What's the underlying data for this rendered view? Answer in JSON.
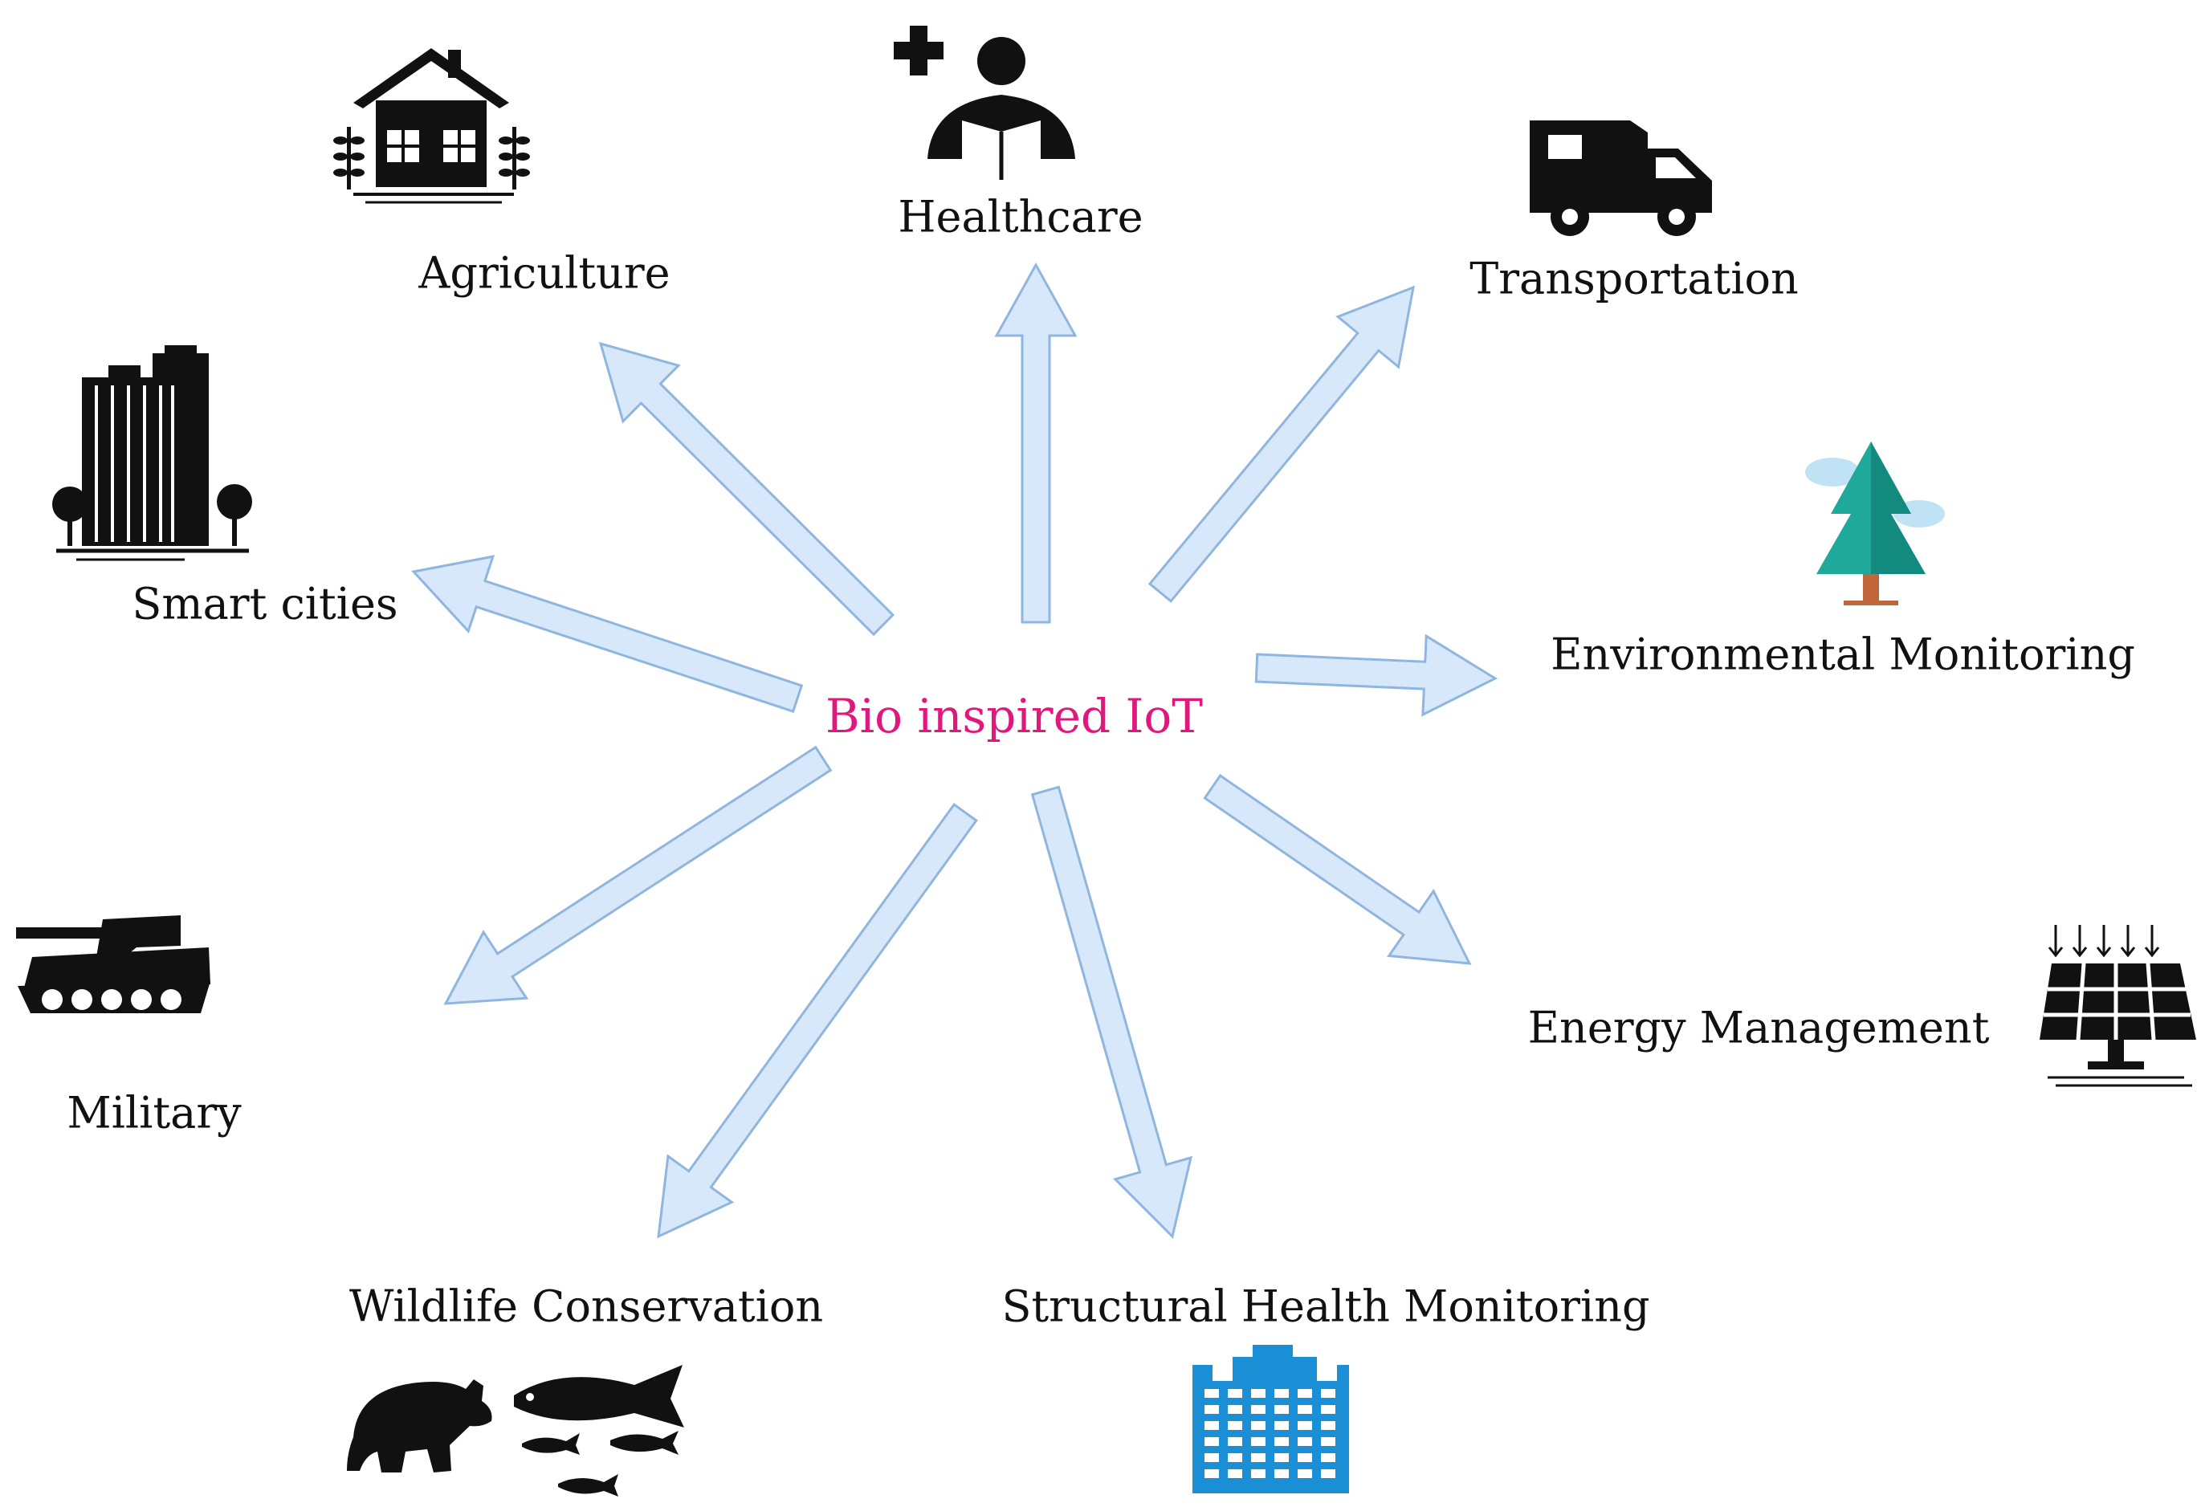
{
  "center": {
    "label": "Bio inspired IoT",
    "color": "#e0177c"
  },
  "arrow_fill": "#d6e8f9",
  "arrow_stroke": "#8fb6df",
  "icon_accent": {
    "tree": "#1fa99a",
    "building": "#1b8fd6",
    "cloud": "#bfe3f5",
    "trunk": "#c0663a"
  },
  "nodes": {
    "healthcare": {
      "label": "Healthcare",
      "icon": "doctor-with-cross-icon"
    },
    "transportation": {
      "label": "Transportation",
      "icon": "camper-truck-icon"
    },
    "environmental": {
      "label": "Environmental Monitoring",
      "icon": "pine-tree-icon"
    },
    "energy": {
      "label": "Energy Management",
      "icon": "solar-panel-icon"
    },
    "structural": {
      "label": "Structural Health Monitoring",
      "icon": "office-building-icon"
    },
    "wildlife": {
      "label": "Wildlife Conservation",
      "icon": "bear-and-fish-icon"
    },
    "military": {
      "label": "Military",
      "icon": "tank-icon"
    },
    "smartcities": {
      "label": "Smart cities",
      "icon": "city-towers-icon"
    },
    "agriculture": {
      "label": "Agriculture",
      "icon": "farm-house-icon"
    }
  }
}
